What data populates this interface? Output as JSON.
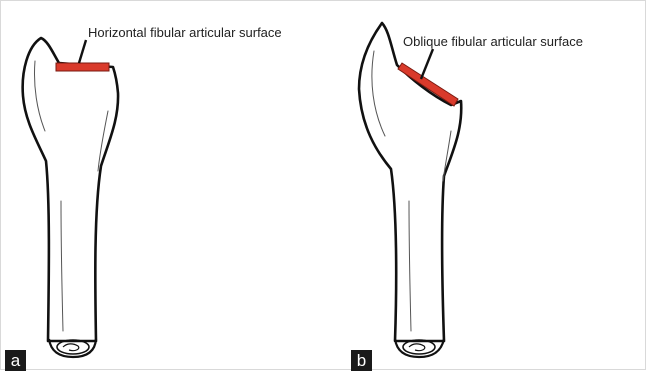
{
  "panel_a": {
    "label": "a",
    "annotation": "Horizontal fibular articular surface"
  },
  "panel_b": {
    "label": "b",
    "annotation": "Oblique fibular articular surface"
  },
  "colors": {
    "outline": "#111111",
    "articular_surface": "#d93a2b",
    "label_bg": "#1a1a1a",
    "label_text": "#ffffff"
  }
}
